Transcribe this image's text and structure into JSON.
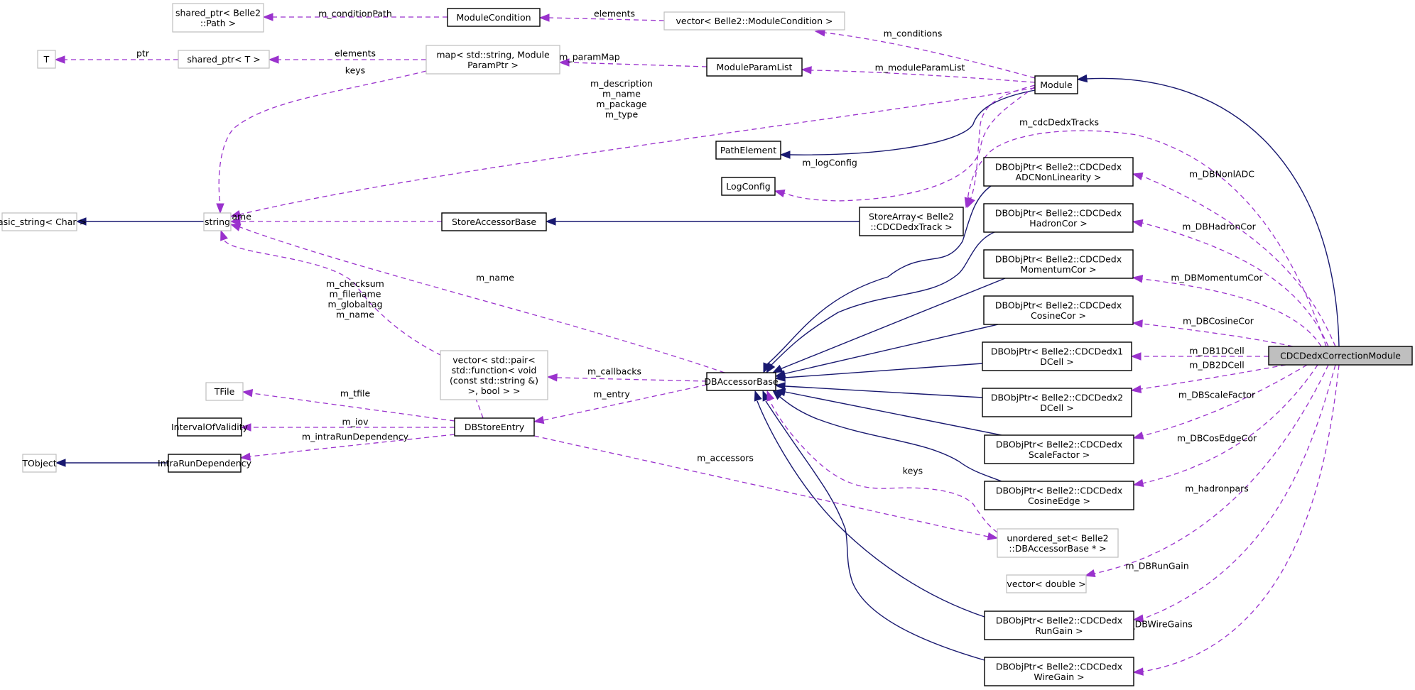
{
  "diagram": {
    "title": "CDCDedxCorrectionModule collaboration graph",
    "colors": {
      "inheritance_edge": "#191970",
      "usage_edge": "#9a32cd",
      "focus_node_fill": "#bfbfbf",
      "documented_node_border": "#000000",
      "undocumented_node_border": "#bfbfbf"
    },
    "nodes": [
      {
        "id": "CDCDedxCorrectionModule",
        "lines": [
          "CDCDedxCorrectionModule"
        ],
        "style": "focus"
      },
      {
        "id": "Module",
        "lines": [
          "Module"
        ],
        "style": "solid"
      },
      {
        "id": "PathElement",
        "lines": [
          "PathElement"
        ],
        "style": "solid"
      },
      {
        "id": "LogConfig",
        "lines": [
          "LogConfig"
        ],
        "style": "solid"
      },
      {
        "id": "ModuleCondition",
        "lines": [
          "ModuleCondition"
        ],
        "style": "solid"
      },
      {
        "id": "vecModuleCondition",
        "lines": [
          "vector< Belle2::ModuleCondition >"
        ],
        "style": "muted"
      },
      {
        "id": "sharedPtrPath",
        "lines": [
          "shared_ptr< Belle2",
          "::Path >"
        ],
        "style": "muted"
      },
      {
        "id": "ModuleParamList",
        "lines": [
          "ModuleParamList"
        ],
        "style": "solid"
      },
      {
        "id": "mapParam",
        "lines": [
          "map< std::string, Module",
          "ParamPtr >"
        ],
        "style": "muted"
      },
      {
        "id": "sharedPtrT",
        "lines": [
          "shared_ptr< T >"
        ],
        "style": "muted"
      },
      {
        "id": "T",
        "lines": [
          "T"
        ],
        "style": "muted"
      },
      {
        "id": "string",
        "lines": [
          "string"
        ],
        "style": "muted"
      },
      {
        "id": "basicString",
        "lines": [
          "basic_string< Char >"
        ],
        "style": "muted"
      },
      {
        "id": "StoreAccessorBase",
        "lines": [
          "StoreAccessorBase"
        ],
        "style": "solid"
      },
      {
        "id": "StoreArray",
        "lines": [
          "StoreArray< Belle2",
          "::CDCDedxTrack >"
        ],
        "style": "solid"
      },
      {
        "id": "DBAccessorBase",
        "lines": [
          "DBAccessorBase"
        ],
        "style": "solid"
      },
      {
        "id": "vecCallbacks",
        "lines": [
          "vector< std::pair<",
          "std::function< void",
          "(const std::string &)",
          ">, bool > >"
        ],
        "style": "muted"
      },
      {
        "id": "DBStoreEntry",
        "lines": [
          "DBStoreEntry"
        ],
        "style": "solid"
      },
      {
        "id": "TFile",
        "lines": [
          "TFile"
        ],
        "style": "muted"
      },
      {
        "id": "IntervalOfValidity",
        "lines": [
          "IntervalOfValidity"
        ],
        "style": "solid"
      },
      {
        "id": "IntraRunDependency",
        "lines": [
          "IntraRunDependency"
        ],
        "style": "solid"
      },
      {
        "id": "TObject",
        "lines": [
          "TObject"
        ],
        "style": "muted"
      },
      {
        "id": "unorderedSet",
        "lines": [
          "unordered_set< Belle2",
          "::DBAccessorBase * >"
        ],
        "style": "muted"
      },
      {
        "id": "vecDouble",
        "lines": [
          "vector< double >"
        ],
        "style": "muted"
      },
      {
        "id": "dbADC",
        "lines": [
          "DBObjPtr< Belle2::CDCDedx",
          "ADCNonLinearity >"
        ],
        "style": "solid"
      },
      {
        "id": "dbHadron",
        "lines": [
          "DBObjPtr< Belle2::CDCDedx",
          "HadronCor >"
        ],
        "style": "solid"
      },
      {
        "id": "dbMomentum",
        "lines": [
          "DBObjPtr< Belle2::CDCDedx",
          "MomentumCor >"
        ],
        "style": "solid"
      },
      {
        "id": "dbCosine",
        "lines": [
          "DBObjPtr< Belle2::CDCDedx",
          "CosineCor >"
        ],
        "style": "solid"
      },
      {
        "id": "db1DCell",
        "lines": [
          "DBObjPtr< Belle2::CDCDedx1",
          "DCell >"
        ],
        "style": "solid"
      },
      {
        "id": "db2DCell",
        "lines": [
          "DBObjPtr< Belle2::CDCDedx2",
          "DCell >"
        ],
        "style": "solid"
      },
      {
        "id": "dbScale",
        "lines": [
          "DBObjPtr< Belle2::CDCDedx",
          "ScaleFactor >"
        ],
        "style": "solid"
      },
      {
        "id": "dbCosEdge",
        "lines": [
          "DBObjPtr< Belle2::CDCDedx",
          "CosineEdge >"
        ],
        "style": "solid"
      },
      {
        "id": "dbRunGain",
        "lines": [
          "DBObjPtr< Belle2::CDCDedx",
          "RunGain >"
        ],
        "style": "solid"
      },
      {
        "id": "dbWireGain",
        "lines": [
          "DBObjPtr< Belle2::CDCDedx",
          "WireGain >"
        ],
        "style": "solid"
      }
    ],
    "edges": [
      {
        "from": "CDCDedxCorrectionModule",
        "to": "Module",
        "kind": "inherit",
        "labels": []
      },
      {
        "from": "Module",
        "to": "PathElement",
        "kind": "inherit",
        "labels": []
      },
      {
        "from": "StoreArray",
        "to": "StoreAccessorBase",
        "kind": "inherit",
        "labels": []
      },
      {
        "from": "string",
        "to": "basicString",
        "kind": "inherit",
        "labels": []
      },
      {
        "from": "IntraRunDependency",
        "to": "TObject",
        "kind": "inherit",
        "labels": []
      },
      {
        "from": "dbADC",
        "to": "DBAccessorBase",
        "kind": "inherit",
        "labels": []
      },
      {
        "from": "dbHadron",
        "to": "DBAccessorBase",
        "kind": "inherit",
        "labels": []
      },
      {
        "from": "dbMomentum",
        "to": "DBAccessorBase",
        "kind": "inherit",
        "labels": []
      },
      {
        "from": "dbCosine",
        "to": "DBAccessorBase",
        "kind": "inherit",
        "labels": []
      },
      {
        "from": "db1DCell",
        "to": "DBAccessorBase",
        "kind": "inherit",
        "labels": []
      },
      {
        "from": "db2DCell",
        "to": "DBAccessorBase",
        "kind": "inherit",
        "labels": []
      },
      {
        "from": "dbScale",
        "to": "DBAccessorBase",
        "kind": "inherit",
        "labels": []
      },
      {
        "from": "dbCosEdge",
        "to": "DBAccessorBase",
        "kind": "inherit",
        "labels": []
      },
      {
        "from": "dbRunGain",
        "to": "DBAccessorBase",
        "kind": "inherit",
        "labels": []
      },
      {
        "from": "dbWireGain",
        "to": "DBAccessorBase",
        "kind": "inherit",
        "labels": []
      },
      {
        "from": "ModuleCondition",
        "to": "sharedPtrPath",
        "kind": "usage",
        "labels": [
          "m_conditionPath"
        ]
      },
      {
        "from": "vecModuleCondition",
        "to": "ModuleCondition",
        "kind": "usage",
        "labels": [
          "elements"
        ]
      },
      {
        "from": "Module",
        "to": "vecModuleCondition",
        "kind": "usage",
        "labels": [
          "m_conditions"
        ]
      },
      {
        "from": "Module",
        "to": "ModuleParamList",
        "kind": "usage",
        "labels": [
          "m_moduleParamList"
        ]
      },
      {
        "from": "ModuleParamList",
        "to": "mapParam",
        "kind": "usage",
        "labels": [
          "m_paramMap"
        ]
      },
      {
        "from": "mapParam",
        "to": "sharedPtrT",
        "kind": "usage",
        "labels": [
          "elements"
        ]
      },
      {
        "from": "mapParam",
        "to": "string",
        "kind": "usage",
        "labels": [
          "keys"
        ]
      },
      {
        "from": "sharedPtrT",
        "to": "T",
        "kind": "usage",
        "labels": [
          "ptr"
        ]
      },
      {
        "from": "Module",
        "to": "string",
        "kind": "usage",
        "labels": [
          "m_description",
          "m_name",
          "m_package",
          "m_type"
        ]
      },
      {
        "from": "Module",
        "to": "LogConfig",
        "kind": "usage",
        "labels": [
          "m_logConfig"
        ]
      },
      {
        "from": "Module",
        "to": "StoreArray",
        "kind": "usage",
        "labels": []
      },
      {
        "from": "CDCDedxCorrectionModule",
        "to": "StoreArray",
        "kind": "usage",
        "labels": [
          "m_cdcDedxTracks"
        ]
      },
      {
        "from": "StoreAccessorBase",
        "to": "string",
        "kind": "usage",
        "labels": [
          "m_name"
        ]
      },
      {
        "from": "DBAccessorBase",
        "to": "string",
        "kind": "usage",
        "labels": [
          "m_name"
        ]
      },
      {
        "from": "DBStoreEntry",
        "to": "string",
        "kind": "usage",
        "labels": [
          "m_checksum",
          "m_filename",
          "m_globaltag",
          "m_name"
        ]
      },
      {
        "from": "DBAccessorBase",
        "to": "vecCallbacks",
        "kind": "usage",
        "labels": [
          "m_callbacks"
        ]
      },
      {
        "from": "DBAccessorBase",
        "to": "DBStoreEntry",
        "kind": "usage",
        "labels": [
          "m_entry"
        ]
      },
      {
        "from": "DBStoreEntry",
        "to": "TFile",
        "kind": "usage",
        "labels": [
          "m_tfile"
        ]
      },
      {
        "from": "DBStoreEntry",
        "to": "IntervalOfValidity",
        "kind": "usage",
        "labels": [
          "m_iov"
        ]
      },
      {
        "from": "DBStoreEntry",
        "to": "IntraRunDependency",
        "kind": "usage",
        "labels": [
          "m_intraRunDependency"
        ]
      },
      {
        "from": "DBStoreEntry",
        "to": "unorderedSet",
        "kind": "usage",
        "labels": [
          "m_accessors"
        ]
      },
      {
        "from": "unorderedSet",
        "to": "DBAccessorBase",
        "kind": "usage",
        "labels": [
          "keys"
        ]
      },
      {
        "from": "CDCDedxCorrectionModule",
        "to": "dbADC",
        "kind": "usage",
        "labels": [
          "m_DBNonlADC"
        ]
      },
      {
        "from": "CDCDedxCorrectionModule",
        "to": "dbHadron",
        "kind": "usage",
        "labels": [
          "m_DBHadronCor"
        ]
      },
      {
        "from": "CDCDedxCorrectionModule",
        "to": "dbMomentum",
        "kind": "usage",
        "labels": [
          "m_DBMomentumCor"
        ]
      },
      {
        "from": "CDCDedxCorrectionModule",
        "to": "dbCosine",
        "kind": "usage",
        "labels": [
          "m_DBCosineCor"
        ]
      },
      {
        "from": "CDCDedxCorrectionModule",
        "to": "db1DCell",
        "kind": "usage",
        "labels": [
          "m_DB1DCell"
        ]
      },
      {
        "from": "CDCDedxCorrectionModule",
        "to": "db2DCell",
        "kind": "usage",
        "labels": [
          "m_DB2DCell"
        ]
      },
      {
        "from": "CDCDedxCorrectionModule",
        "to": "dbScale",
        "kind": "usage",
        "labels": [
          "m_DBScaleFactor"
        ]
      },
      {
        "from": "CDCDedxCorrectionModule",
        "to": "dbCosEdge",
        "kind": "usage",
        "labels": [
          "m_DBCosEdgeCor"
        ]
      },
      {
        "from": "CDCDedxCorrectionModule",
        "to": "vecDouble",
        "kind": "usage",
        "labels": [
          "m_hadronpars"
        ]
      },
      {
        "from": "CDCDedxCorrectionModule",
        "to": "dbRunGain",
        "kind": "usage",
        "labels": [
          "m_DBRunGain"
        ]
      },
      {
        "from": "CDCDedxCorrectionModule",
        "to": "dbWireGain",
        "kind": "usage",
        "labels": [
          "m_DBWireGains"
        ]
      }
    ]
  }
}
